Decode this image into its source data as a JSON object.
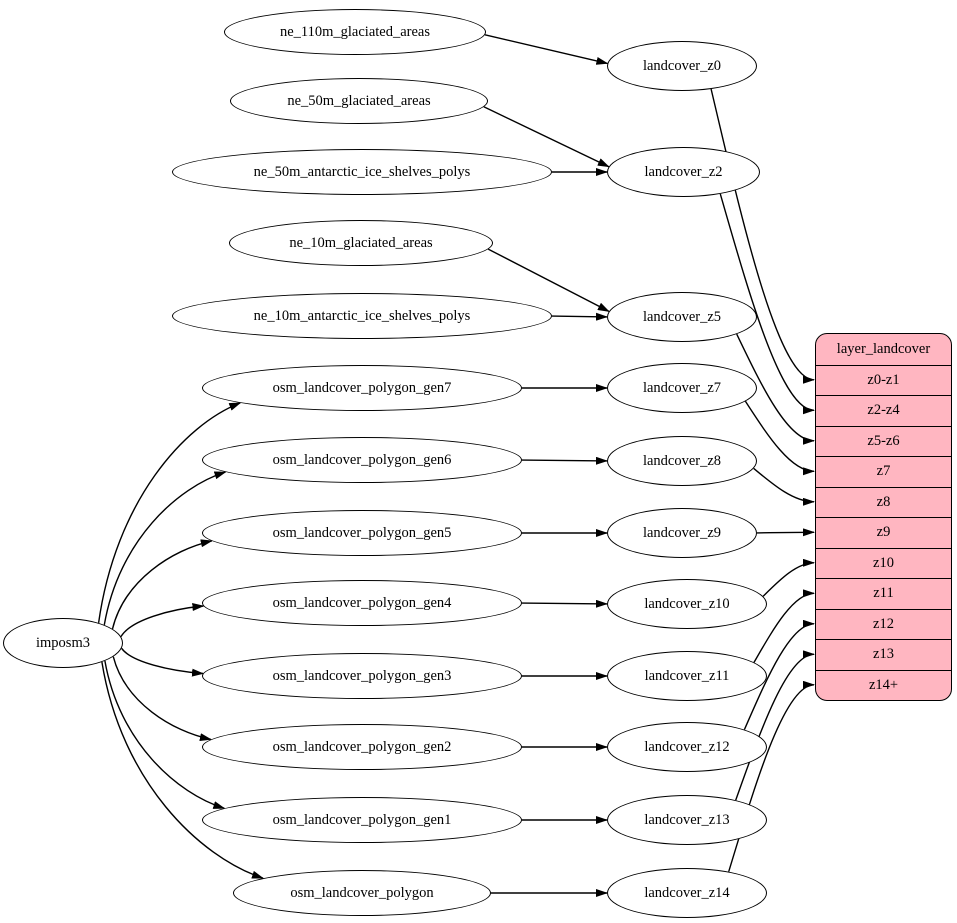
{
  "colors": {
    "background": "#ffffff",
    "node_fill": "#ffffff",
    "node_stroke": "#000000",
    "edge": "#000000",
    "table_fill": "#ffb6c1"
  },
  "nodes": {
    "imposm3": "imposm3",
    "ne_110m_glaciated_areas": "ne_110m_glaciated_areas",
    "ne_50m_glaciated_areas": "ne_50m_glaciated_areas",
    "ne_50m_antarctic_ice_shelves_polys": "ne_50m_antarctic_ice_shelves_polys",
    "ne_10m_glaciated_areas": "ne_10m_glaciated_areas",
    "ne_10m_antarctic_ice_shelves_polys": "ne_10m_antarctic_ice_shelves_polys",
    "osm_landcover_polygon_gen7": "osm_landcover_polygon_gen7",
    "osm_landcover_polygon_gen6": "osm_landcover_polygon_gen6",
    "osm_landcover_polygon_gen5": "osm_landcover_polygon_gen5",
    "osm_landcover_polygon_gen4": "osm_landcover_polygon_gen4",
    "osm_landcover_polygon_gen3": "osm_landcover_polygon_gen3",
    "osm_landcover_polygon_gen2": "osm_landcover_polygon_gen2",
    "osm_landcover_polygon_gen1": "osm_landcover_polygon_gen1",
    "osm_landcover_polygon": "osm_landcover_polygon",
    "landcover_z0": "landcover_z0",
    "landcover_z2": "landcover_z2",
    "landcover_z5": "landcover_z5",
    "landcover_z7": "landcover_z7",
    "landcover_z8": "landcover_z8",
    "landcover_z9": "landcover_z9",
    "landcover_z10": "landcover_z10",
    "landcover_z11": "landcover_z11",
    "landcover_z12": "landcover_z12",
    "landcover_z13": "landcover_z13",
    "landcover_z14": "landcover_z14"
  },
  "table": {
    "title": "layer_landcover",
    "rows": [
      "z0-z1",
      "z2-z4",
      "z5-z6",
      "z7",
      "z8",
      "z9",
      "z10",
      "z11",
      "z12",
      "z13",
      "z14+"
    ]
  },
  "edges": [
    {
      "from": "ne_110m_glaciated_areas",
      "to": "landcover_z0",
      "style": "straight"
    },
    {
      "from": "ne_50m_glaciated_areas",
      "to": "landcover_z2",
      "style": "straight"
    },
    {
      "from": "ne_50m_antarctic_ice_shelves_polys",
      "to": "landcover_z2",
      "style": "straight"
    },
    {
      "from": "ne_10m_glaciated_areas",
      "to": "landcover_z5",
      "style": "straight"
    },
    {
      "from": "ne_10m_antarctic_ice_shelves_polys",
      "to": "landcover_z5",
      "style": "straight"
    },
    {
      "from": "imposm3",
      "to": "osm_landcover_polygon_gen7",
      "style": "fan"
    },
    {
      "from": "imposm3",
      "to": "osm_landcover_polygon_gen6",
      "style": "fan"
    },
    {
      "from": "imposm3",
      "to": "osm_landcover_polygon_gen5",
      "style": "fan"
    },
    {
      "from": "imposm3",
      "to": "osm_landcover_polygon_gen4",
      "style": "fan"
    },
    {
      "from": "imposm3",
      "to": "osm_landcover_polygon_gen3",
      "style": "fan"
    },
    {
      "from": "imposm3",
      "to": "osm_landcover_polygon_gen2",
      "style": "fan"
    },
    {
      "from": "imposm3",
      "to": "osm_landcover_polygon_gen1",
      "style": "fan"
    },
    {
      "from": "imposm3",
      "to": "osm_landcover_polygon",
      "style": "fan"
    },
    {
      "from": "osm_landcover_polygon_gen7",
      "to": "landcover_z7",
      "style": "straight"
    },
    {
      "from": "osm_landcover_polygon_gen6",
      "to": "landcover_z8",
      "style": "straight"
    },
    {
      "from": "osm_landcover_polygon_gen5",
      "to": "landcover_z9",
      "style": "straight"
    },
    {
      "from": "osm_landcover_polygon_gen4",
      "to": "landcover_z10",
      "style": "straight"
    },
    {
      "from": "osm_landcover_polygon_gen3",
      "to": "landcover_z11",
      "style": "straight"
    },
    {
      "from": "osm_landcover_polygon_gen2",
      "to": "landcover_z12",
      "style": "straight"
    },
    {
      "from": "osm_landcover_polygon_gen1",
      "to": "landcover_z13",
      "style": "straight"
    },
    {
      "from": "osm_landcover_polygon",
      "to": "landcover_z14",
      "style": "straight"
    },
    {
      "from": "landcover_z0",
      "to": "row:0",
      "style": "hook"
    },
    {
      "from": "landcover_z2",
      "to": "row:1",
      "style": "hook"
    },
    {
      "from": "landcover_z5",
      "to": "row:2",
      "style": "hook"
    },
    {
      "from": "landcover_z7",
      "to": "row:3",
      "style": "hook"
    },
    {
      "from": "landcover_z8",
      "to": "row:4",
      "style": "hook"
    },
    {
      "from": "landcover_z9",
      "to": "row:5",
      "style": "hook"
    },
    {
      "from": "landcover_z10",
      "to": "row:6",
      "style": "hook"
    },
    {
      "from": "landcover_z11",
      "to": "row:7",
      "style": "hook"
    },
    {
      "from": "landcover_z12",
      "to": "row:8",
      "style": "hook"
    },
    {
      "from": "landcover_z13",
      "to": "row:9",
      "style": "hook"
    },
    {
      "from": "landcover_z14",
      "to": "row:10",
      "style": "hook"
    }
  ]
}
